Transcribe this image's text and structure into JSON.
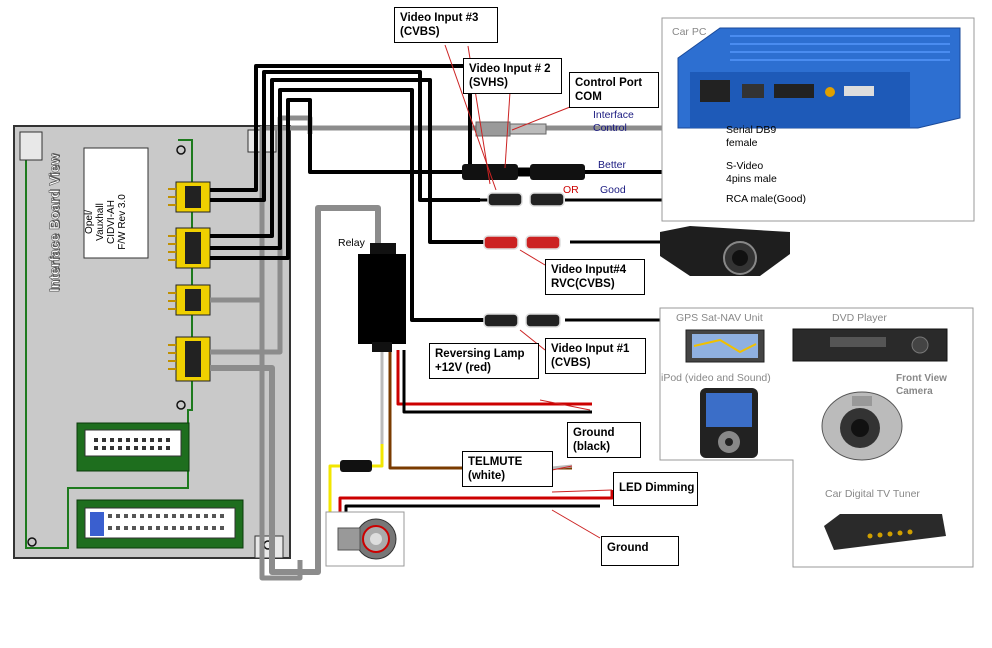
{
  "board": {
    "title": "Interface Board View",
    "firmware_lines": [
      "Opel/",
      "Vauxhall",
      "CIDVI-AH",
      "F/W Rev 3.0"
    ]
  },
  "callouts": {
    "video3": [
      "Video Input #3",
      "(CVBS)"
    ],
    "video2": [
      "Video Input # 2",
      "(SVHS)"
    ],
    "control": [
      "Control Port",
      "COM"
    ],
    "video4": [
      "Video Input#4",
      "RVC(CVBS)"
    ],
    "video1": [
      "Video Input #1",
      "(CVBS)"
    ],
    "reversing": [
      "Reversing Lamp",
      "+12V (red)"
    ],
    "ground_black": [
      "Ground",
      "(black)"
    ],
    "telmute": [
      "TELMUTE",
      "(white)"
    ],
    "led": [
      "LED Dimming"
    ],
    "ground": [
      "Ground"
    ]
  },
  "labels": {
    "relay": "Relay",
    "interface_control": [
      "Interface",
      "Control"
    ],
    "better": "Better",
    "or": "OR",
    "good": "Good",
    "serial": [
      "Serial DB9",
      "female"
    ],
    "svideo": [
      "S-Video",
      "4pins male"
    ],
    "rca": "RCA male(Good)"
  },
  "devices": {
    "car_pc": "Car PC",
    "gps": "GPS Sat-NAV Unit",
    "dvd": "DVD Player",
    "ipod": "iPod (video and Sound)",
    "front_cam": [
      "Front View",
      "Camera"
    ],
    "tv": "Car Digital TV Tuner"
  },
  "colors": {
    "wire_black": "#000000",
    "wire_gray": "#8c8c8c",
    "wire_red": "#cc0000",
    "wire_brown": "#7a3b00",
    "wire_yellow": "#f2e600",
    "board_fill": "#c8c8c8",
    "board_trace": "#1d7a1d",
    "pc_blue": "#2d6fd1"
  }
}
